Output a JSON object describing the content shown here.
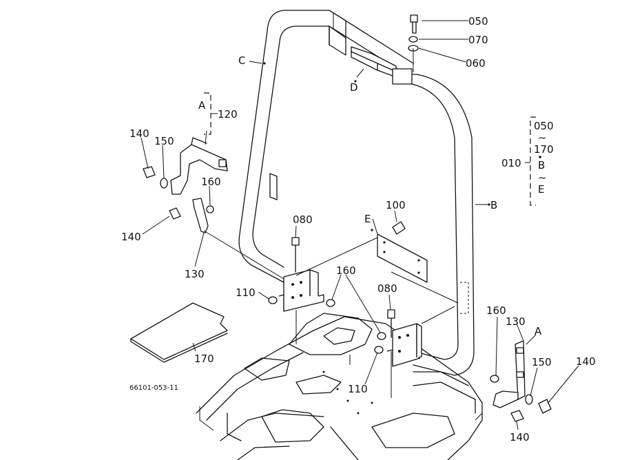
{
  "labels": {
    "p050_top": "050",
    "p070": "070",
    "p060": "060",
    "c": "C",
    "d": "D",
    "a_left": "A",
    "p120": "120",
    "p140_upper_left": "140",
    "p150_left": "150",
    "p160_left": "160",
    "p140_mid_left": "140",
    "p130_left": "130",
    "p080_left": "080",
    "e": "E",
    "p100": "100",
    "p110_left": "110",
    "p160_center": "160",
    "p080_right": "080",
    "p110_right": "110",
    "p170": "170",
    "b": "B",
    "ref_050": "050",
    "ref_tilde1": "~",
    "ref_170": "170",
    "ref_010": "010",
    "ref_b": "B",
    "ref_tilde2": "~",
    "ref_e": "E",
    "p160_right": "160",
    "p130_right": "130",
    "a_right": "A",
    "p150_right": "150",
    "p140_right": "140",
    "p140_bottom": "140",
    "drawing_number": "66101-053-11"
  }
}
